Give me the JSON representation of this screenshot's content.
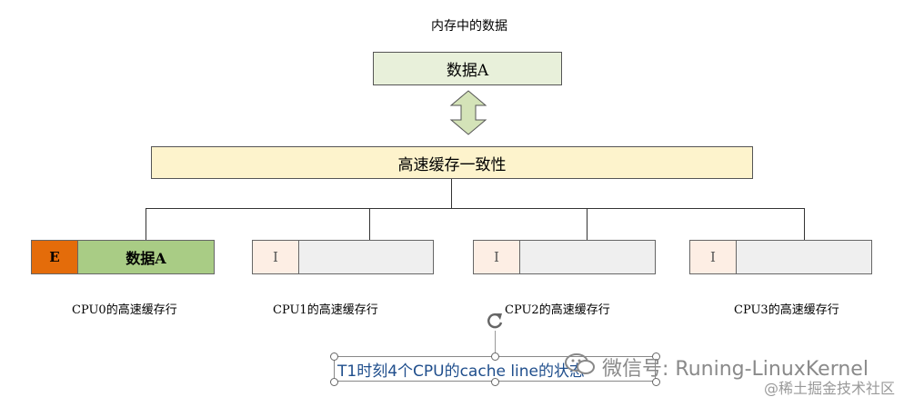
{
  "memory": {
    "title": "内存中的数据",
    "data_label": "数据A"
  },
  "coherence_label": "高速缓存一致性",
  "cpus": [
    {
      "state": "E",
      "data": "数据A",
      "label": "CPU0的高速缓存行"
    },
    {
      "state": "I",
      "data": "",
      "label": "CPU1的高速缓存行"
    },
    {
      "state": "I",
      "data": "",
      "label": "CPU2的高速缓存行"
    },
    {
      "state": "I",
      "data": "",
      "label": "CPU3的高速缓存行"
    }
  ],
  "caption": "T1时刻4个CPU的cache line的状态",
  "watermark": {
    "wechat": "微信号: Runing-LinuxKernel",
    "site": "@稀土掘金技术社区"
  },
  "colors": {
    "state_exclusive": "#e46c0a",
    "state_invalid": "#fdeee4",
    "data_valid": "#a9cc85",
    "coherence_fill": "#fdf3cc",
    "memory_fill": "#e8f0da"
  }
}
